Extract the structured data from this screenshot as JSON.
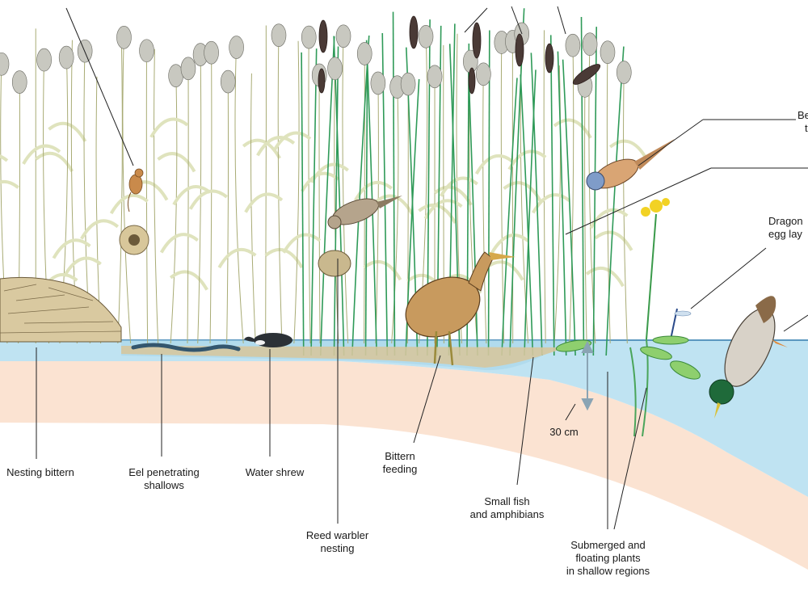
{
  "labels": {
    "nesting_bittern": "Nesting bittern",
    "eel": "Eel penetrating\nshallows",
    "water_shrew": "Water shrew",
    "reed_warbler": "Reed warbler\nnesting",
    "bittern_feeding": "Bittern\nfeeding",
    "small_fish": "Small fish\nand amphibians",
    "depth": "30 cm",
    "submerged_plants": "Submerged and\nfloating plants\nin shallow regions",
    "bearded_tit": "Be",
    "bearded_tit_line2": "t",
    "dragonfly": "Dragon\negg lay"
  },
  "colors": {
    "water": "#bfe3f2",
    "soil_band": "#fbe3d2",
    "reed": "#e6e8c6",
    "reed_outline": "#9a9e6a",
    "green_reed": "#2f9a58",
    "leader_line": "#222222"
  }
}
